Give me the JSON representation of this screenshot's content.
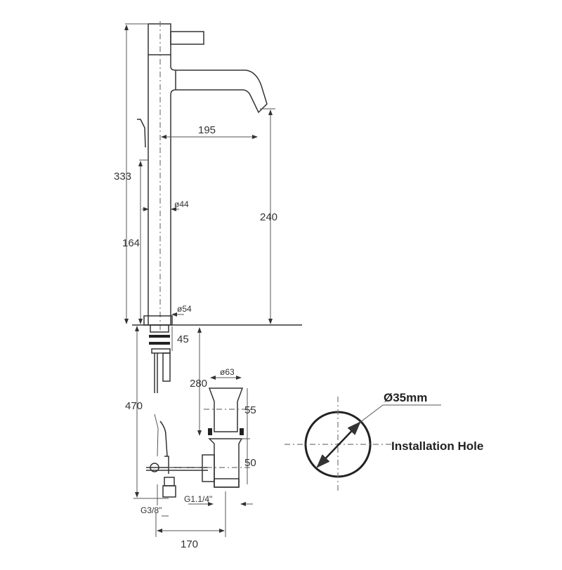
{
  "drawing": {
    "dimensions": {
      "total_height": "333",
      "spout_reach": "195",
      "spout_height": "240",
      "body_height": "164",
      "body_diameter": "ø44",
      "base_diameter": "ø54",
      "shank_length": "45",
      "below_deck": "470",
      "waste_depth": "280",
      "waste_diameter": "ø63",
      "waste_upper": "55",
      "waste_lower": "50",
      "waste_thread": "G1.1/4\"",
      "supply_thread": "G3/8\"",
      "offset": "170"
    },
    "installation": {
      "hole_diameter": "Ø35mm",
      "label": "Installation Hole"
    }
  }
}
